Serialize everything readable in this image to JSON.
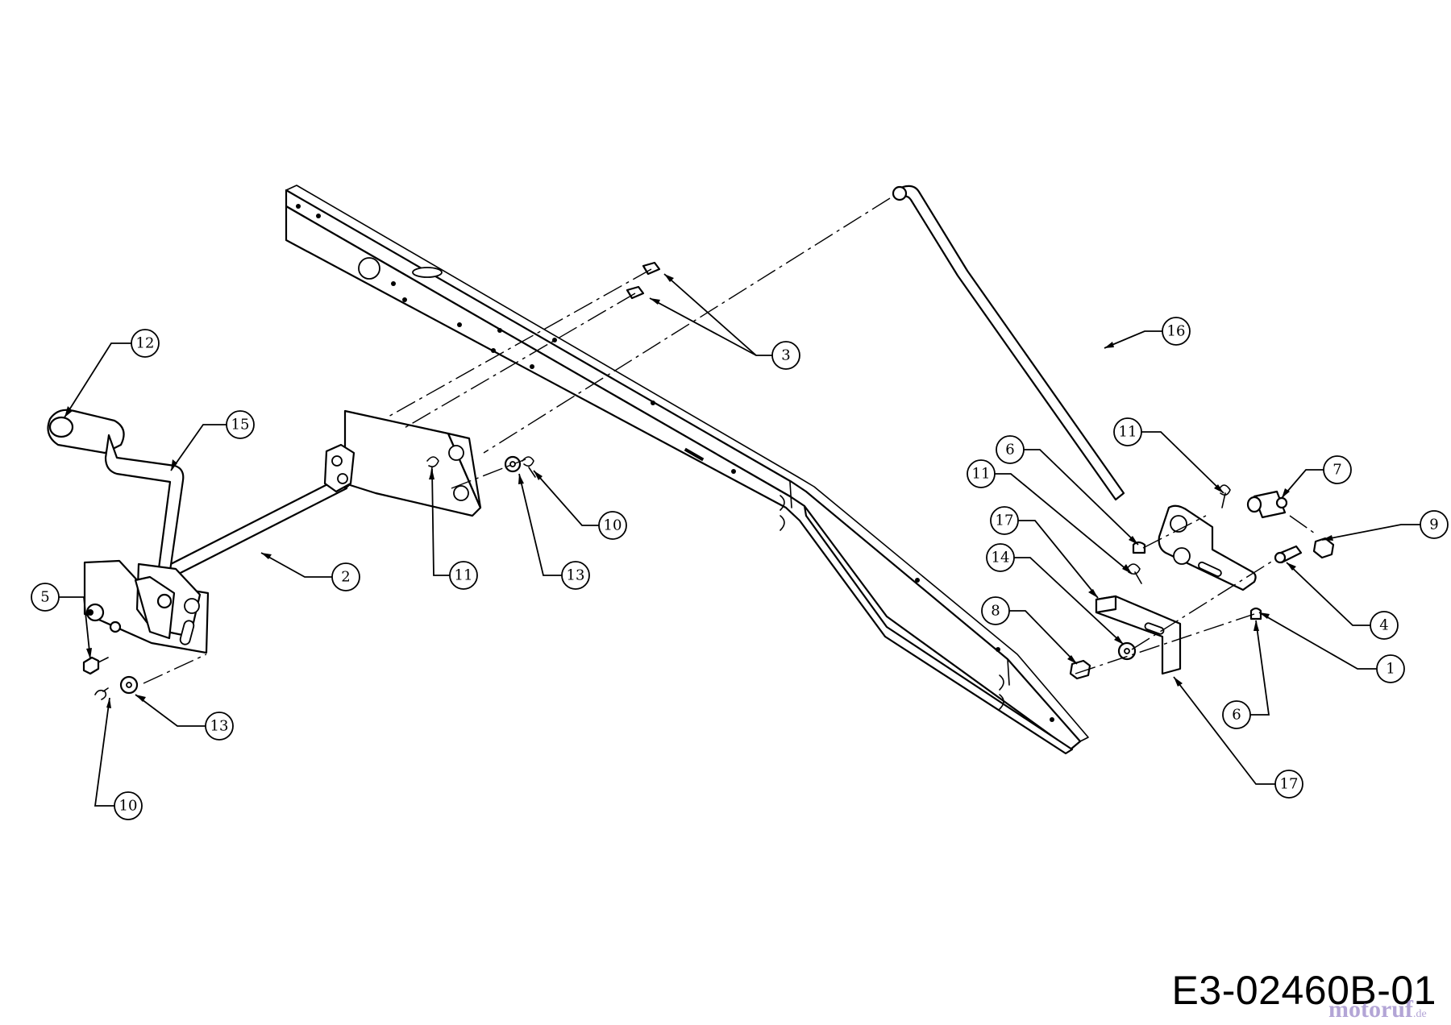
{
  "drawing_number": "E3-02460B-01",
  "watermark": {
    "brand": "motoruf",
    "tld": ".de"
  },
  "callouts": [
    {
      "id": "12",
      "label": "12"
    },
    {
      "id": "15",
      "label": "15"
    },
    {
      "id": "2",
      "label": "2"
    },
    {
      "id": "5",
      "label": "5"
    },
    {
      "id": "13a",
      "label": "13"
    },
    {
      "id": "10a",
      "label": "10"
    },
    {
      "id": "11a",
      "label": "11"
    },
    {
      "id": "13b",
      "label": "13"
    },
    {
      "id": "10b",
      "label": "10"
    },
    {
      "id": "3",
      "label": "3"
    },
    {
      "id": "16",
      "label": "16"
    },
    {
      "id": "11b",
      "label": "11"
    },
    {
      "id": "7",
      "label": "7"
    },
    {
      "id": "6a",
      "label": "6"
    },
    {
      "id": "11c",
      "label": "11"
    },
    {
      "id": "9",
      "label": "9"
    },
    {
      "id": "17a",
      "label": "17"
    },
    {
      "id": "14",
      "label": "14"
    },
    {
      "id": "4",
      "label": "4"
    },
    {
      "id": "8",
      "label": "8"
    },
    {
      "id": "1",
      "label": "1"
    },
    {
      "id": "6b",
      "label": "6"
    },
    {
      "id": "17b",
      "label": "17"
    }
  ]
}
